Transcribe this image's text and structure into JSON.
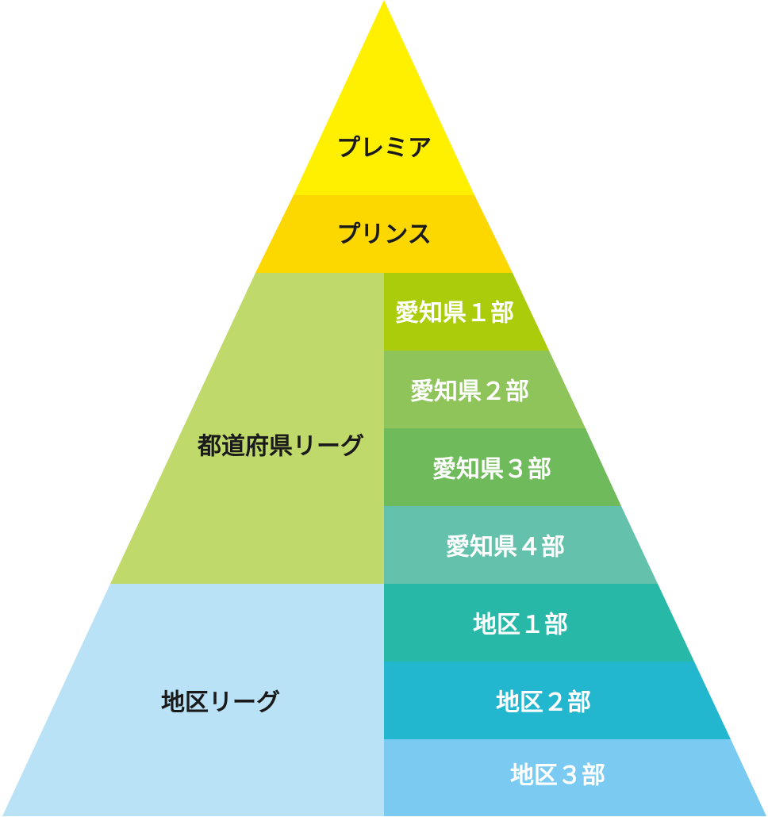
{
  "tiers": {
    "premier": {
      "label": "プレミア",
      "color": "#fff000"
    },
    "prince": {
      "label": "プリンス",
      "color": "#fcd800"
    },
    "prefectural_league": {
      "label": "都道府県リーグ",
      "color": "#c0d96b"
    },
    "aichi_1": {
      "label": "愛知県１部",
      "color": "#abcc0a"
    },
    "aichi_2": {
      "label": "愛知県２部",
      "color": "#8ec45a"
    },
    "aichi_3": {
      "label": "愛知県３部",
      "color": "#6fba5a"
    },
    "aichi_4": {
      "label": "愛知県４部",
      "color": "#64c2ac"
    },
    "district_league": {
      "label": "地区リーグ",
      "color": "#b9e2f6"
    },
    "district_1": {
      "label": "地区１部",
      "color": "#27b8a7"
    },
    "district_2": {
      "label": "地区２部",
      "color": "#22b6cf"
    },
    "district_3": {
      "label": "地区３部",
      "color": "#7bcaf2"
    }
  }
}
